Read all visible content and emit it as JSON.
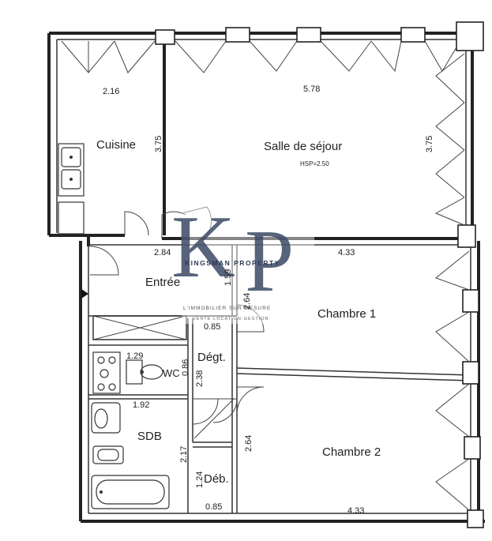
{
  "rooms": {
    "cuisine": "Cuisine",
    "sejour": "Salle de séjour",
    "hsp": "HSP=2.50",
    "entree": "Entrée",
    "chambre1": "Chambre 1",
    "chambre2": "Chambre 2",
    "degt": "Dégt.",
    "wc": "WC",
    "sdb": "SDB",
    "deb": "Déb."
  },
  "dimensions": {
    "cuisine_width": "2.16",
    "cuisine_depth": "3.75",
    "sejour_width": "5.78",
    "sejour_depth": "3.75",
    "entree_width": "2.84",
    "chambre_width": "4.33",
    "entree_depth": "1.59",
    "chambre1_depth": "2.64",
    "degt_width": "0.85",
    "wc_width": "1.29",
    "wc_depth": "0.86",
    "degt_depth": "2.38",
    "sdb_width": "1.92",
    "sdb_depth": "2.17",
    "chambre2_depth": "2.64",
    "deb_depth": "1.24",
    "deb_width": "0.85",
    "bottom_width": "4.33"
  },
  "watermark": {
    "monogram_k": "K",
    "monogram_p": "P",
    "company": "KINGSMAN PROPERTY",
    "tagline": "L'IMMOBILIER SUR MESURE",
    "services": "VENTE·LOCATION·GESTION"
  }
}
